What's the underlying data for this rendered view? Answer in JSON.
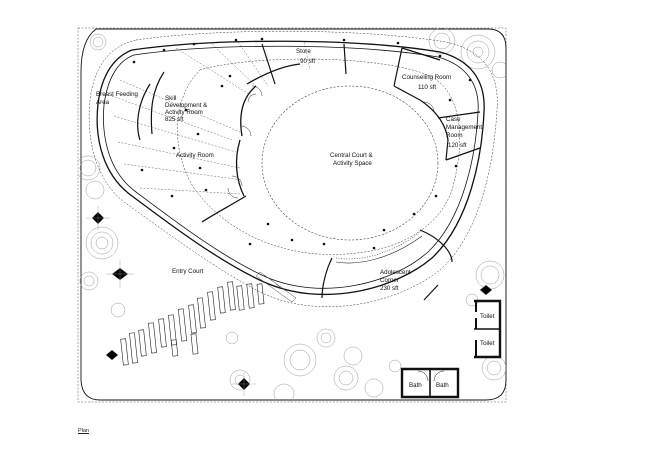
{
  "colors": {
    "line": "#111111",
    "landscape": "#9a9a9a",
    "background": "#ffffff"
  },
  "rooms": {
    "store": {
      "name": "Store",
      "area": "90 sft"
    },
    "counseling": {
      "name": "Counseling Room",
      "area": "110 sft"
    },
    "case_management": {
      "name_line1": "Case",
      "name_line2": "Management",
      "name_line3": "Room",
      "area": "120 sft"
    },
    "breast_feeding": {
      "name_line1": "Breast Feeding",
      "name_line2": "Area"
    },
    "skill_development": {
      "name_line1": "Skill",
      "name_line2": "Development &",
      "name_line3": "Activity Room",
      "area": "825 sft"
    },
    "activity_room": {
      "name": "Activity Room"
    },
    "central_court": {
      "name_line1": "Central Court &",
      "name_line2": "Activity Space"
    },
    "adolescent": {
      "name_line1": "Adolescent",
      "name_line2": "Corner",
      "area": "230 sft"
    },
    "entry_court": {
      "name": "Entry Court"
    },
    "toilet_upper": {
      "name": "Toilet"
    },
    "toilet_lower": {
      "name": "Toilet"
    },
    "bath_left": {
      "name": "Bath"
    },
    "bath_right": {
      "name": "Bath"
    }
  },
  "caption": "Plan"
}
